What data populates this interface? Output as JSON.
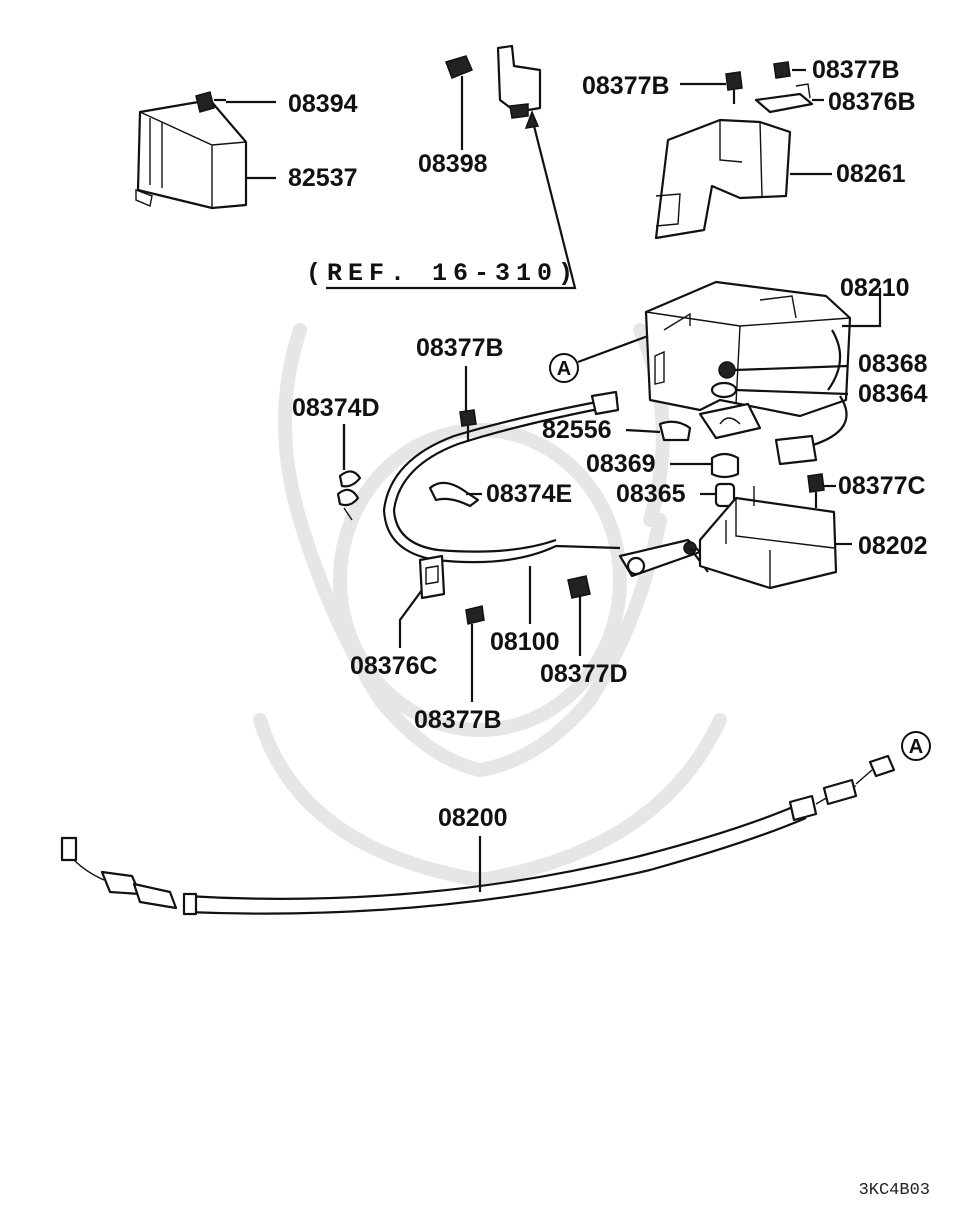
{
  "reference_note": "(REF. 16-310)",
  "diagram_code": "3KC4B03",
  "callout_marker": "A",
  "labels": {
    "p08394": "08394",
    "p82537": "82537",
    "p08398": "08398",
    "p08377B_top_left": "08377B",
    "p08377B_top_right": "08377B",
    "p08376B": "08376B",
    "p08261": "08261",
    "p08210": "08210",
    "p08368": "08368",
    "p08364": "08364",
    "p08377B_mid": "08377B",
    "p08374D": "08374D",
    "p82556": "82556",
    "p08369": "08369",
    "p08374E": "08374E",
    "p08365": "08365",
    "p08377C": "08377C",
    "p08202": "08202",
    "p08376C": "08376C",
    "p08100": "08100",
    "p08377D": "08377D",
    "p08377B_bottom": "08377B",
    "p08200": "08200"
  }
}
